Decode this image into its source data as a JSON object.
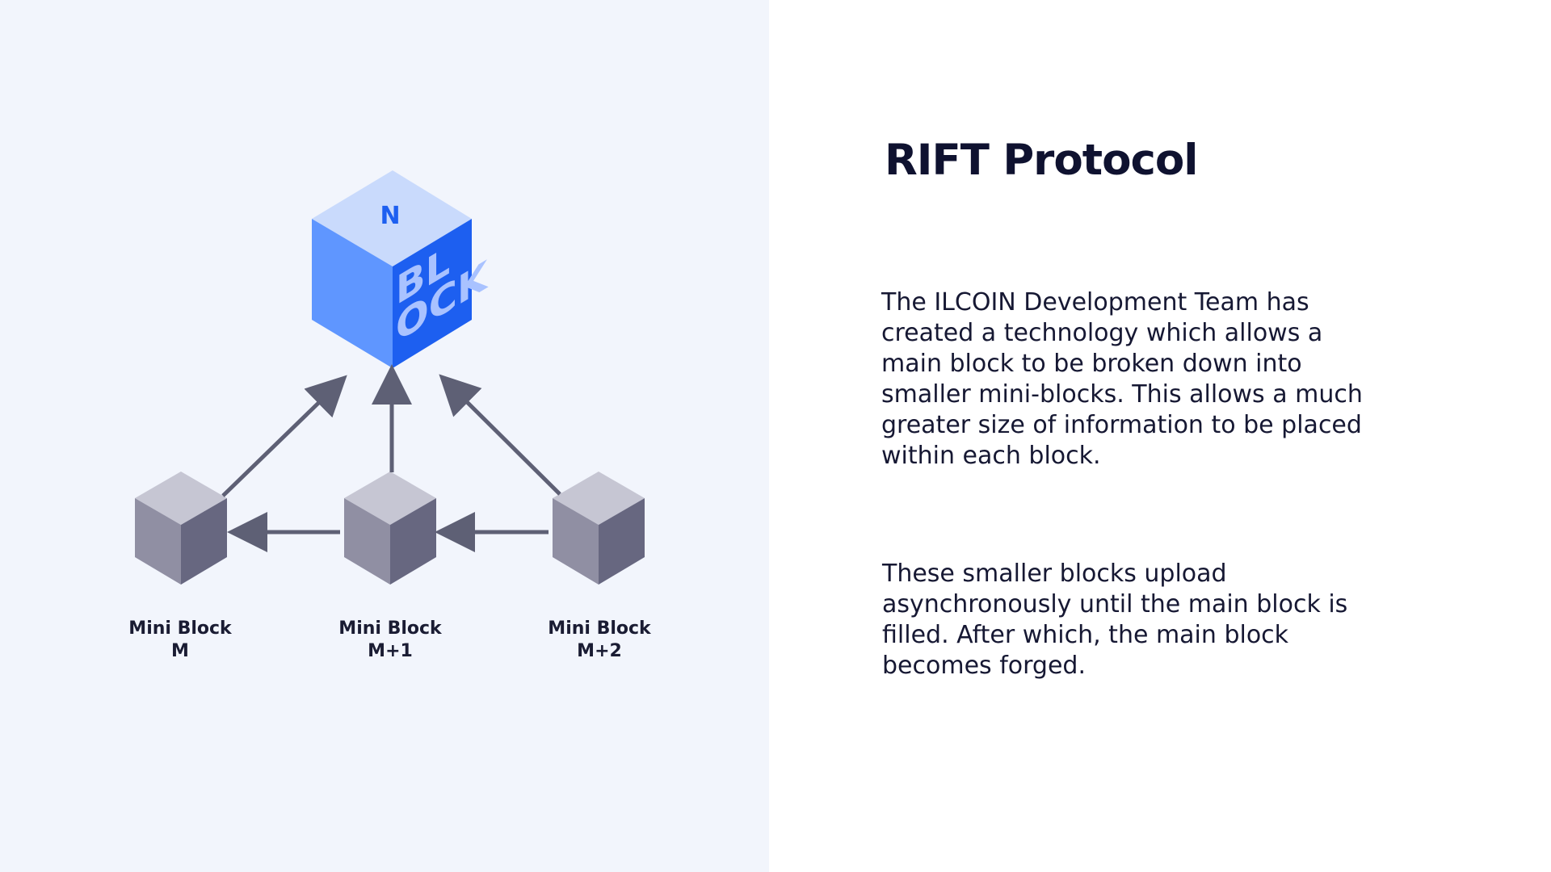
{
  "slide": {
    "title": "RIFT Protocol",
    "paragraphs": [
      "The ILCOIN Development Team has created a technology which allows a main block to be broken down into smaller mini-blocks. This allows a much greater size of information to be placed within each block.",
      "These smaller blocks upload asynchronously until the main block is filled. After which, the main block becomes forged."
    ]
  },
  "diagram": {
    "main_block": {
      "top_label": "N",
      "side_label_line1": "BL",
      "side_label_line2": "OCK"
    },
    "mini_blocks": [
      {
        "line1": "Mini Block",
        "line2": "M"
      },
      {
        "line1": "Mini Block",
        "line2": "M+1"
      },
      {
        "line1": "Mini Block",
        "line2": "M+2"
      }
    ]
  },
  "colors": {
    "left_background": "#f2f5fc",
    "main_block_top": "#c9dafc",
    "main_block_left": "#5f96ff",
    "main_block_right": "#1d5ff0",
    "mini_block_top": "#c6c6d3",
    "mini_block_left": "#908fa3",
    "mini_block_right": "#676780",
    "arrow": "#5e6075",
    "text_dark": "#0f1230"
  }
}
